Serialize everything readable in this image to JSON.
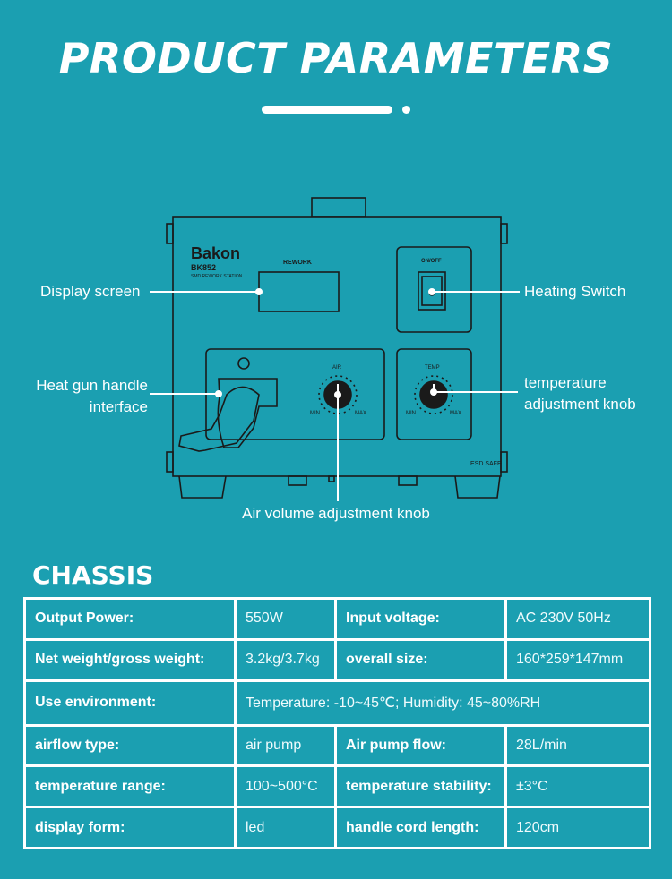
{
  "header": {
    "title": "PRODUCT PARAMETERS"
  },
  "device": {
    "brand": "Bakon",
    "model": "BK852",
    "subtitle": "SMD REWORK STATION",
    "panel_label": "REWORK",
    "switch_label": "ON/OFF",
    "air_label": "AIR",
    "temp_label": "TEMP",
    "min_label": "MIN",
    "max_label": "MAX",
    "esd_label": "ESD SAFE"
  },
  "callouts": {
    "display_screen": "Display screen",
    "heating_switch": "Heating Switch",
    "heat_gun_line1": "Heat gun handle",
    "heat_gun_line2": "interface",
    "temp_knob_line1": "temperature",
    "temp_knob_line2": "adjustment knob",
    "air_knob": "Air volume adjustment knob"
  },
  "chassis": {
    "title": "CHASSIS",
    "rows": [
      [
        "Output Power:",
        "550W",
        "Input voltage:",
        "AC 230V  50Hz"
      ],
      [
        "Net weight/gross weight:",
        "3.2kg/3.7kg",
        "overall size:",
        "160*259*147mm"
      ],
      [
        "Use environment:",
        "Temperature: -10~45℃; Humidity: 45~80%RH"
      ],
      [
        "airflow type:",
        "air pump",
        "Air pump flow:",
        "28L/min"
      ],
      [
        "temperature range:",
        "100~500°C",
        "temperature stability:",
        "±3°C"
      ],
      [
        "display form:",
        "led",
        "handle cord length:",
        "120cm"
      ]
    ]
  }
}
